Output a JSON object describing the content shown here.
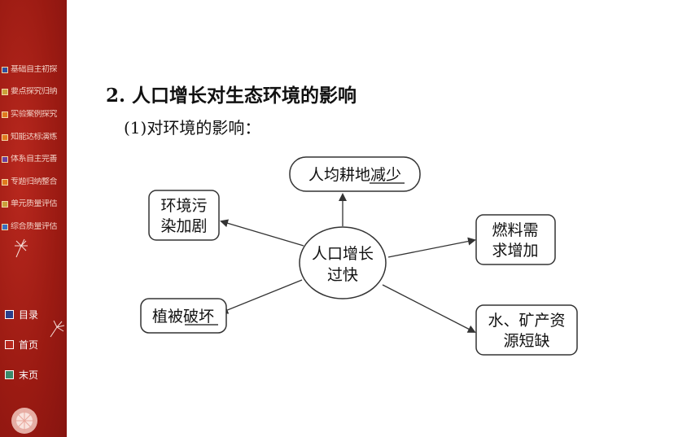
{
  "sidebar": {
    "menu_items": [
      {
        "label": "基础自主初探",
        "color": "#2f4fa0"
      },
      {
        "label": "要点探究归纳",
        "color": "#c9a13a"
      },
      {
        "label": "实验案例探究",
        "color": "#e07a1e"
      },
      {
        "label": "知能达标演练",
        "color": "#e07a1e"
      },
      {
        "label": "体系自主完善",
        "color": "#6a3fa0"
      },
      {
        "label": "专题归纳整合",
        "color": "#e07a1e"
      },
      {
        "label": "单元质量评估",
        "color": "#c9a13a"
      },
      {
        "label": "综合质量评估",
        "color": "#3a6fc0"
      }
    ],
    "nav": {
      "contents": "目录",
      "first_page": "首页",
      "last_page": "末页"
    }
  },
  "heading": "2. 人口增长对生态环境的影响",
  "subheading": "(1)对环境的影响：",
  "diagram": {
    "center": [
      "人口增长",
      "过快"
    ],
    "top": [
      "人均耕地减少"
    ],
    "top_left": [
      "环境污",
      "染加剧"
    ],
    "right": [
      "燃料需",
      "求增加"
    ],
    "bottom_left": [
      "植被破坏"
    ],
    "bottom_right": [
      "水、矿产资",
      "源短缺"
    ]
  }
}
